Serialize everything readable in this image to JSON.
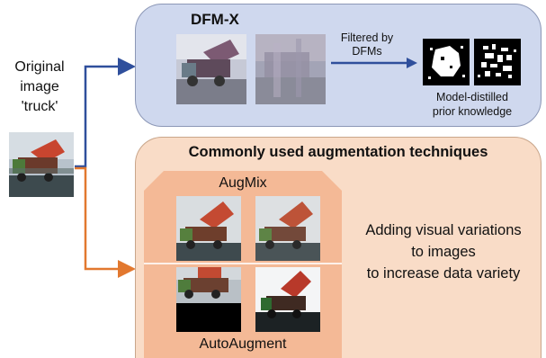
{
  "original": {
    "line1": "Original",
    "line2": "image",
    "line3": "'truck'"
  },
  "dfm": {
    "title": "DFM-X",
    "filter_line1": "Filtered by",
    "filter_line2": "DFMs",
    "prior_line1": "Model-distilled",
    "prior_line2": "prior knowledge"
  },
  "augment": {
    "title": "Commonly used augmentation techniques",
    "augmix": "AugMix",
    "autoaugment": "AutoAugment",
    "desc_line1": "Adding visual variations",
    "desc_line2": "to images",
    "desc_line3": "to increase data variety"
  },
  "colors": {
    "blue_arrow": "#2f4f9c",
    "orange_arrow": "#e2782f",
    "dfm_panel": "#cfd8ee",
    "aug_panel": "#f9dcc7"
  }
}
